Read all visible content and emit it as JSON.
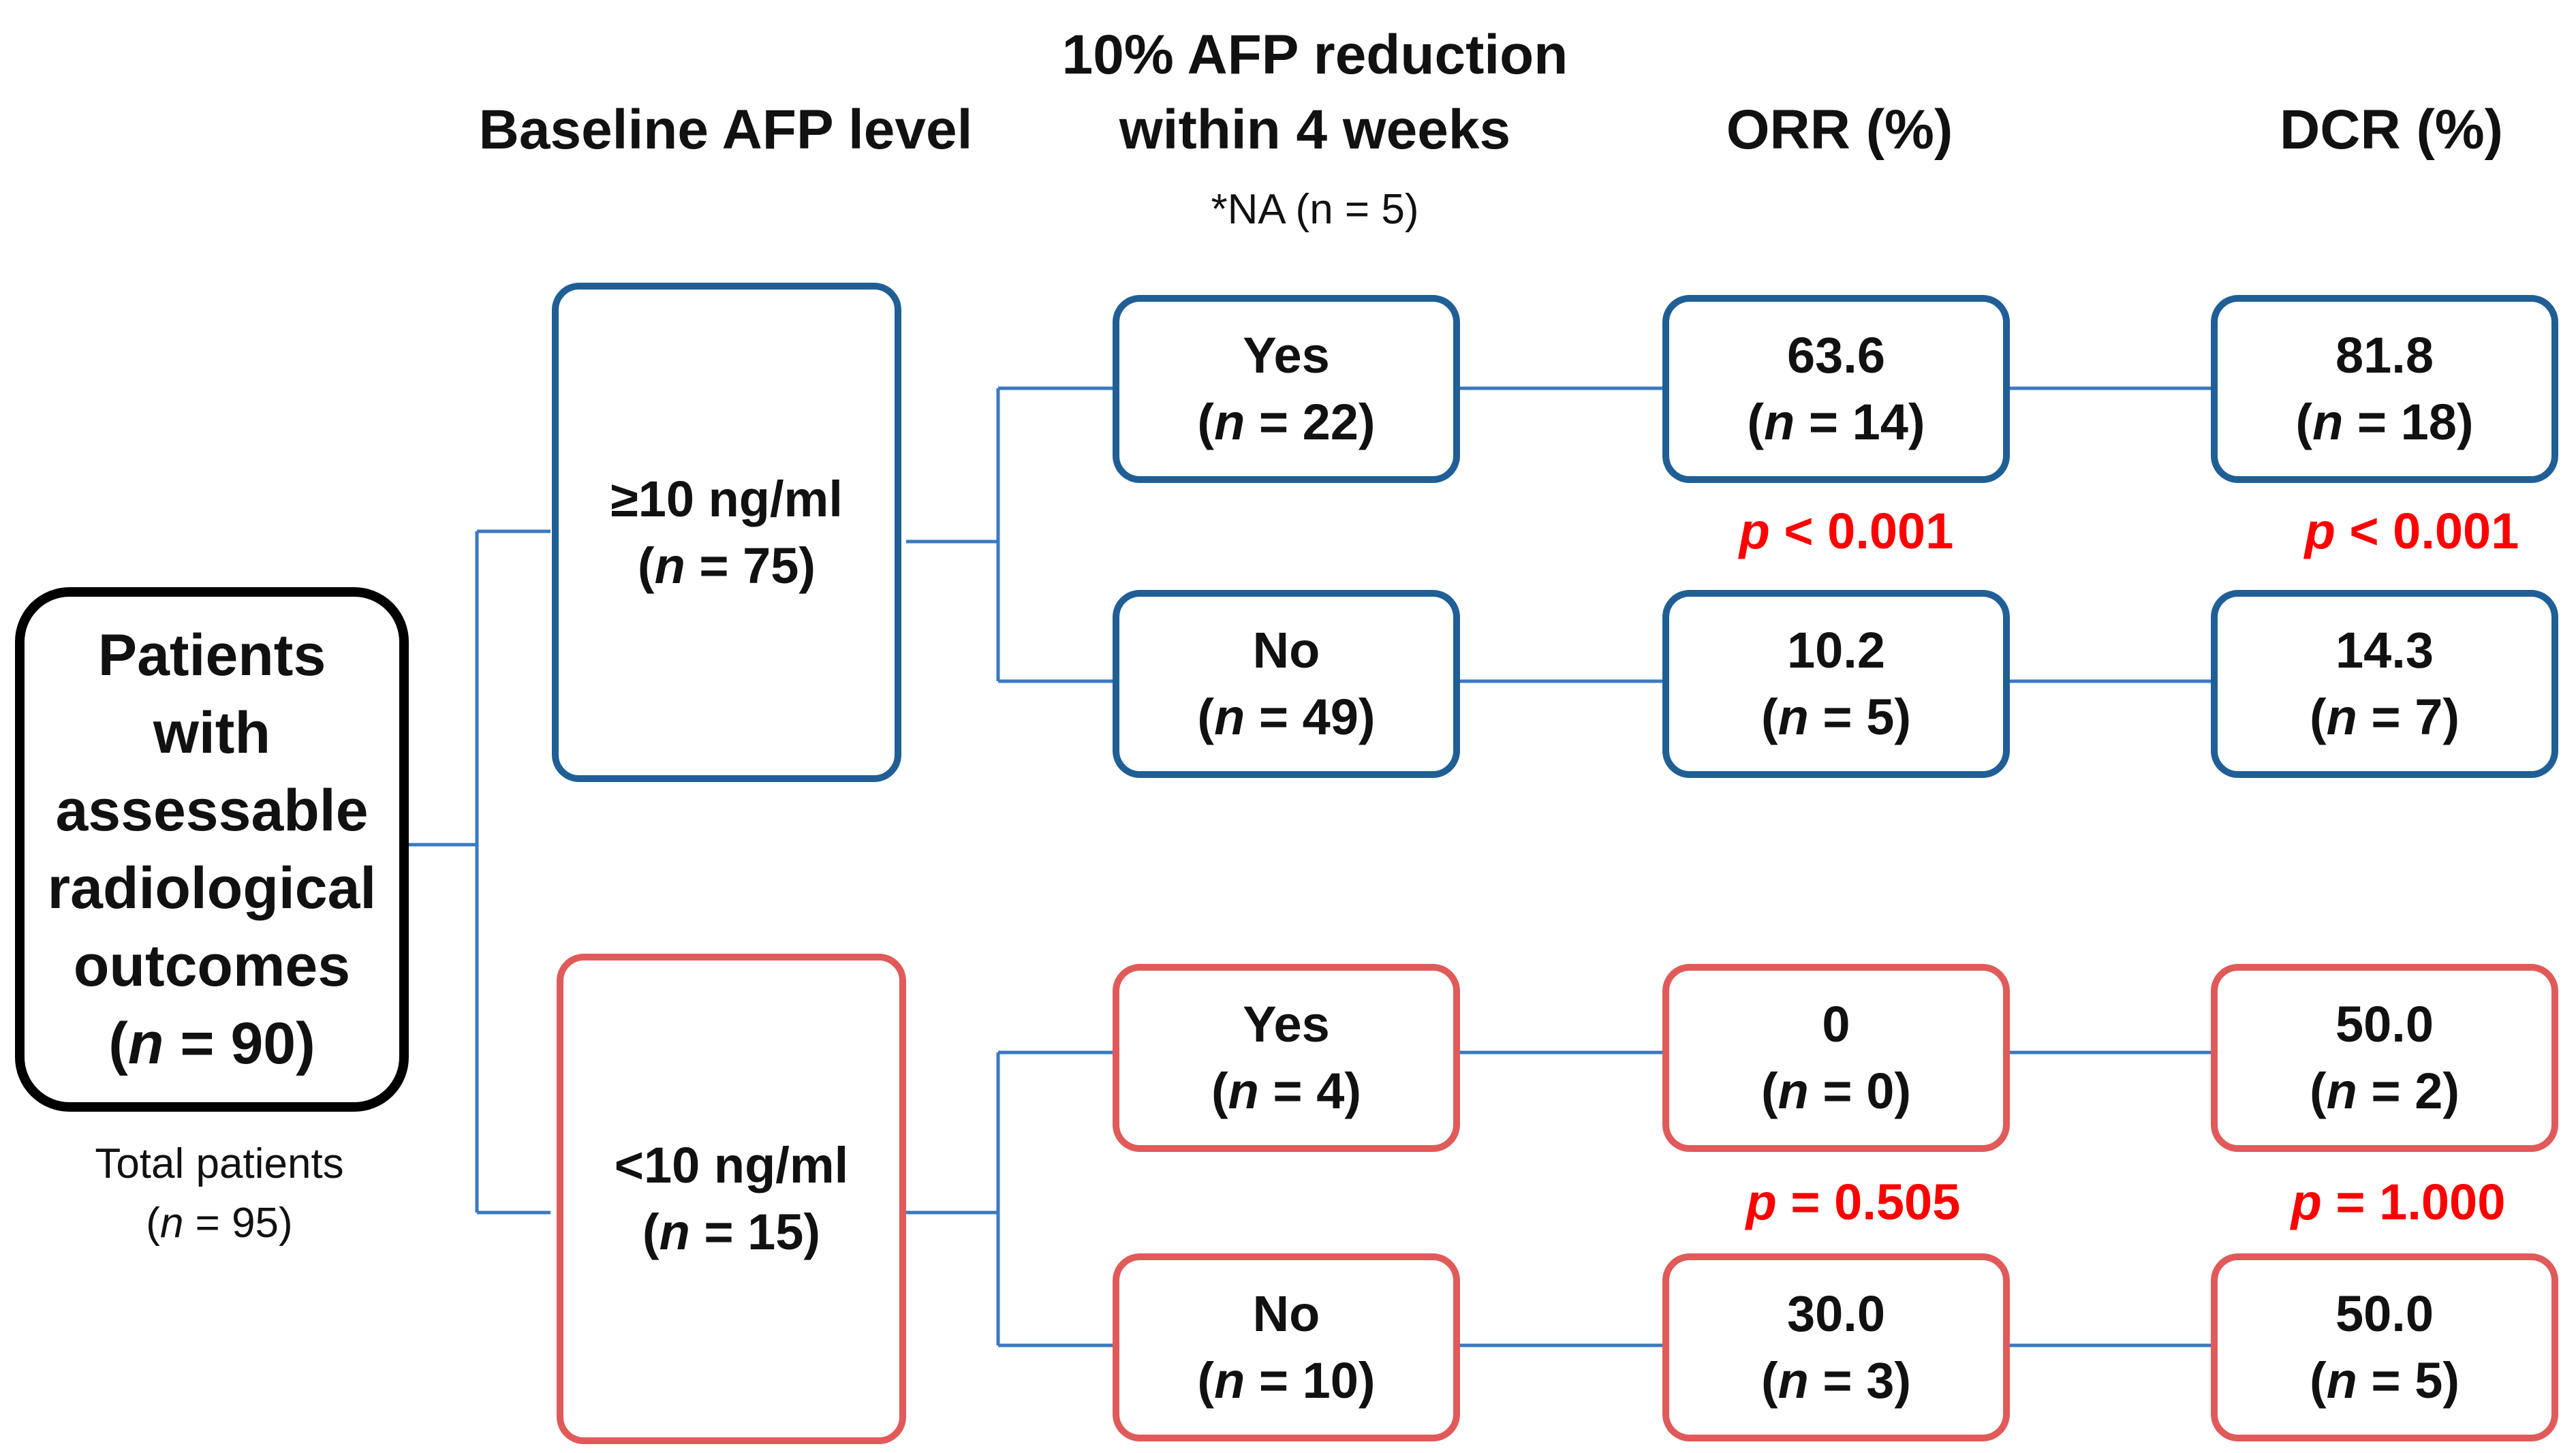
{
  "headers": {
    "baseline": "Baseline AFP level",
    "reduction_line1": "10% AFP reduction",
    "reduction_line2": "within 4 weeks",
    "reduction_note": "*NA (n = 5)",
    "orr": "ORR (%)",
    "dcr": "DCR (%)"
  },
  "root": {
    "lines": [
      "Patients",
      "with",
      "assessable",
      "radiological",
      "outcomes"
    ],
    "n_label": "n",
    "n_value": " = 90)",
    "total_label": "Total patients",
    "total_n_value": " = 95)"
  },
  "groups": {
    "high": {
      "label": "≥10 ng/ml",
      "n": " = 75)",
      "yes": {
        "label": "Yes",
        "n": " = 22)",
        "orr": "63.6",
        "orr_n": " = 14)",
        "dcr": "81.8",
        "dcr_n": " = 18)"
      },
      "no": {
        "label": "No",
        "n": " = 49)",
        "orr": "10.2",
        "orr_n": " = 5)",
        "dcr": "14.3",
        "dcr_n": " = 7)"
      },
      "p_orr": " < 0.001",
      "p_dcr": " < 0.001"
    },
    "low": {
      "label": "<10 ng/ml",
      "n": " = 15)",
      "yes": {
        "label": "Yes",
        "n": " = 4)",
        "orr": "0",
        "orr_n": " = 0)",
        "dcr": "50.0",
        "dcr_n": " = 2)"
      },
      "no": {
        "label": "No",
        "n": " = 10)",
        "orr": "30.0",
        "orr_n": " = 3)",
        "dcr": "50.0",
        "dcr_n": " = 5)"
      },
      "p_orr": " = 0.505",
      "p_dcr": " = 1.000"
    }
  },
  "colors": {
    "blue": "#1f5f95",
    "red": "#e15a5a",
    "connector": "#3a78c2",
    "pvalue": "#ff0000"
  }
}
